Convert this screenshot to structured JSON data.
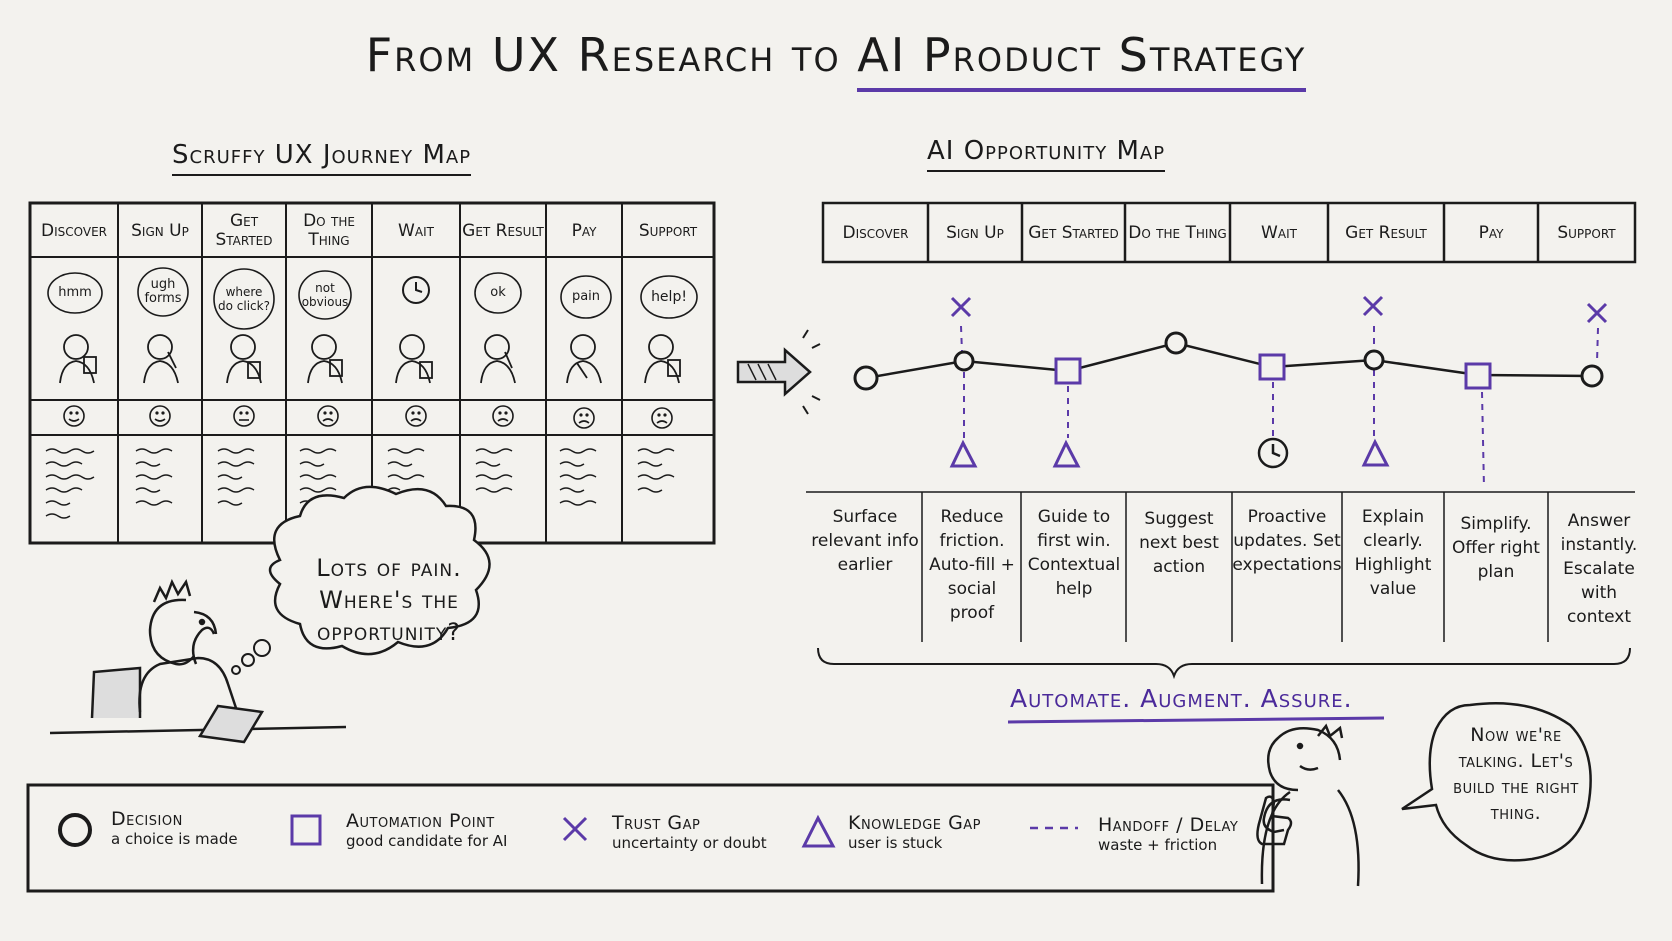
{
  "title_part1": "From UX Research to",
  "title_part2": "AI Product Strategy",
  "journey_map": {
    "title": "Scruffy UX Journey Map",
    "stages": [
      "Discover",
      "Sign Up",
      "Get Started",
      "Do the Thing",
      "Wait",
      "Get Result",
      "Pay",
      "Support"
    ],
    "thoughts": [
      "hmm",
      "ugh forms",
      "where do click?",
      "not obvious",
      "",
      "ok",
      "pain",
      "help!"
    ]
  },
  "thought_bubble": "Lots of pain. Where's the opportunity?",
  "opportunity_map": {
    "title": "AI Opportunity Map",
    "stages": [
      "Discover",
      "Sign Up",
      "Get Started",
      "Do the Thing",
      "Wait",
      "Get Result",
      "Pay",
      "Support"
    ],
    "opportunities": [
      "Surface relevant info earlier",
      "Reduce friction. Auto-fill + social proof",
      "Guide to first win. Contextual help",
      "Suggest next best action",
      "Proactive updates. Set expectations",
      "Explain clearly. Highlight value",
      "Simplify. Offer right plan",
      "Answer instantly. Escalate with context"
    ],
    "tagline": "Automate. Augment. Assure."
  },
  "speech_bubble": "Now we're talking. Let's build the right thing.",
  "legend": [
    {
      "icon": "circle-icon",
      "label": "Decision",
      "sub": "a choice is made"
    },
    {
      "icon": "square-icon",
      "label": "Automation Point",
      "sub": "good candidate for AI"
    },
    {
      "icon": "x-icon",
      "label": "Trust Gap",
      "sub": "uncertainty or doubt"
    },
    {
      "icon": "triangle-icon",
      "label": "Knowledge Gap",
      "sub": "user is stuck"
    },
    {
      "icon": "dashed-line-icon",
      "label": "Handoff / Delay",
      "sub": "waste + friction"
    }
  ],
  "colors": {
    "accent": "#5b3aa8",
    "ink": "#1b1b1b",
    "paper": "#f3f2ee"
  }
}
